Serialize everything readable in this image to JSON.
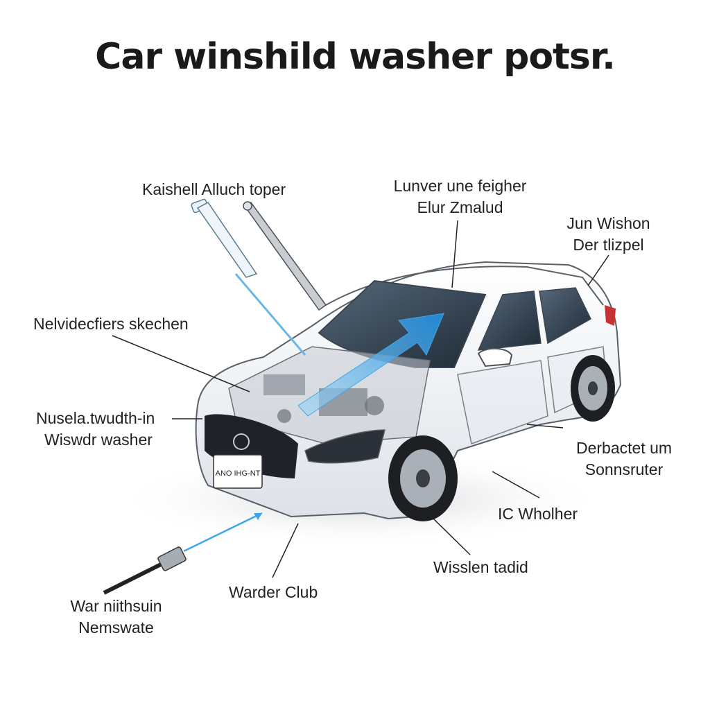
{
  "title": "Car winshild washer potsr.",
  "colors": {
    "background": "#ffffff",
    "body": "#eef1f4",
    "outline": "#5a6068",
    "glass": "#2f3f4f",
    "arrow": "#3fa6e6",
    "leader": "#222222"
  },
  "plate": "ANO IHG-NT",
  "labels": {
    "top_left": "Kaishell Alluch toper",
    "top_center_1": "Lunver une feigher",
    "top_center_2": "Elur Zmalud",
    "top_right_1": "Jun Wishon",
    "top_right_2": "Der tlizpel",
    "left_1": "Nelvidecfiers skechen",
    "left_2a": "Nusela.twudth-in",
    "left_2b": "Wiswdr washer",
    "right_1a": "Derbactet um",
    "right_1b": "Sonnsruter",
    "right_2": "IC Wholher",
    "bottom_right": "Wisslen tadid",
    "bottom_center": "Warder Club",
    "bottom_left_1": "War niithsuin",
    "bottom_left_2": "Nemswate"
  }
}
